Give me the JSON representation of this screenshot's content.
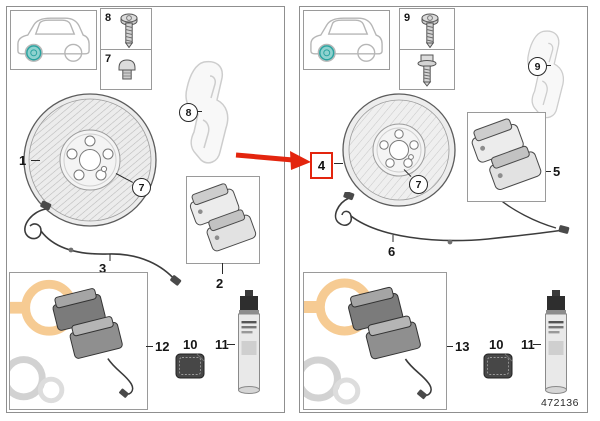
{
  "panels": {
    "left": {
      "fasteners": {
        "top_num": "8",
        "bottom_num": "7"
      },
      "callouts": {
        "disc": "1",
        "pads": "2",
        "sensor": "3",
        "hub_plug": "7",
        "carrier": "8",
        "repair_kit": "12",
        "patch": "10",
        "spray": "11"
      }
    },
    "right": {
      "fasteners": {
        "top_num": "9"
      },
      "callouts": {
        "disc": "4",
        "pads": "5",
        "sensor": "6",
        "hub_plug": "7",
        "carrier": "9",
        "repair_kit": "13",
        "patch": "10",
        "spray": "11"
      }
    }
  },
  "footer": {
    "part_number": "472136"
  },
  "colors": {
    "wheel_highlight": "#39b3ad",
    "watermark_orange": "#f0a23c",
    "arrow_red": "#e3250e"
  }
}
